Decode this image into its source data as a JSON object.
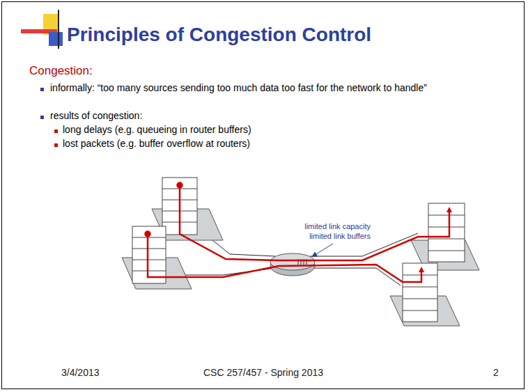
{
  "diagram": {
    "title": "Principles of Congestion Control",
    "labels": [
      "Congestion:",
      "informally: “too many sources sending too much data too fast for the network to handle”",
      "results of congestion:",
      "long delays (e.g. queueing in router buffers)",
      "lost packets (e.g. buffer overflow at routers)",
      "limited link capacity limited link buffers",
      "3/4/2013",
      "CSC 257/457 - Spring 2013",
      "2"
    ]
  }
}
